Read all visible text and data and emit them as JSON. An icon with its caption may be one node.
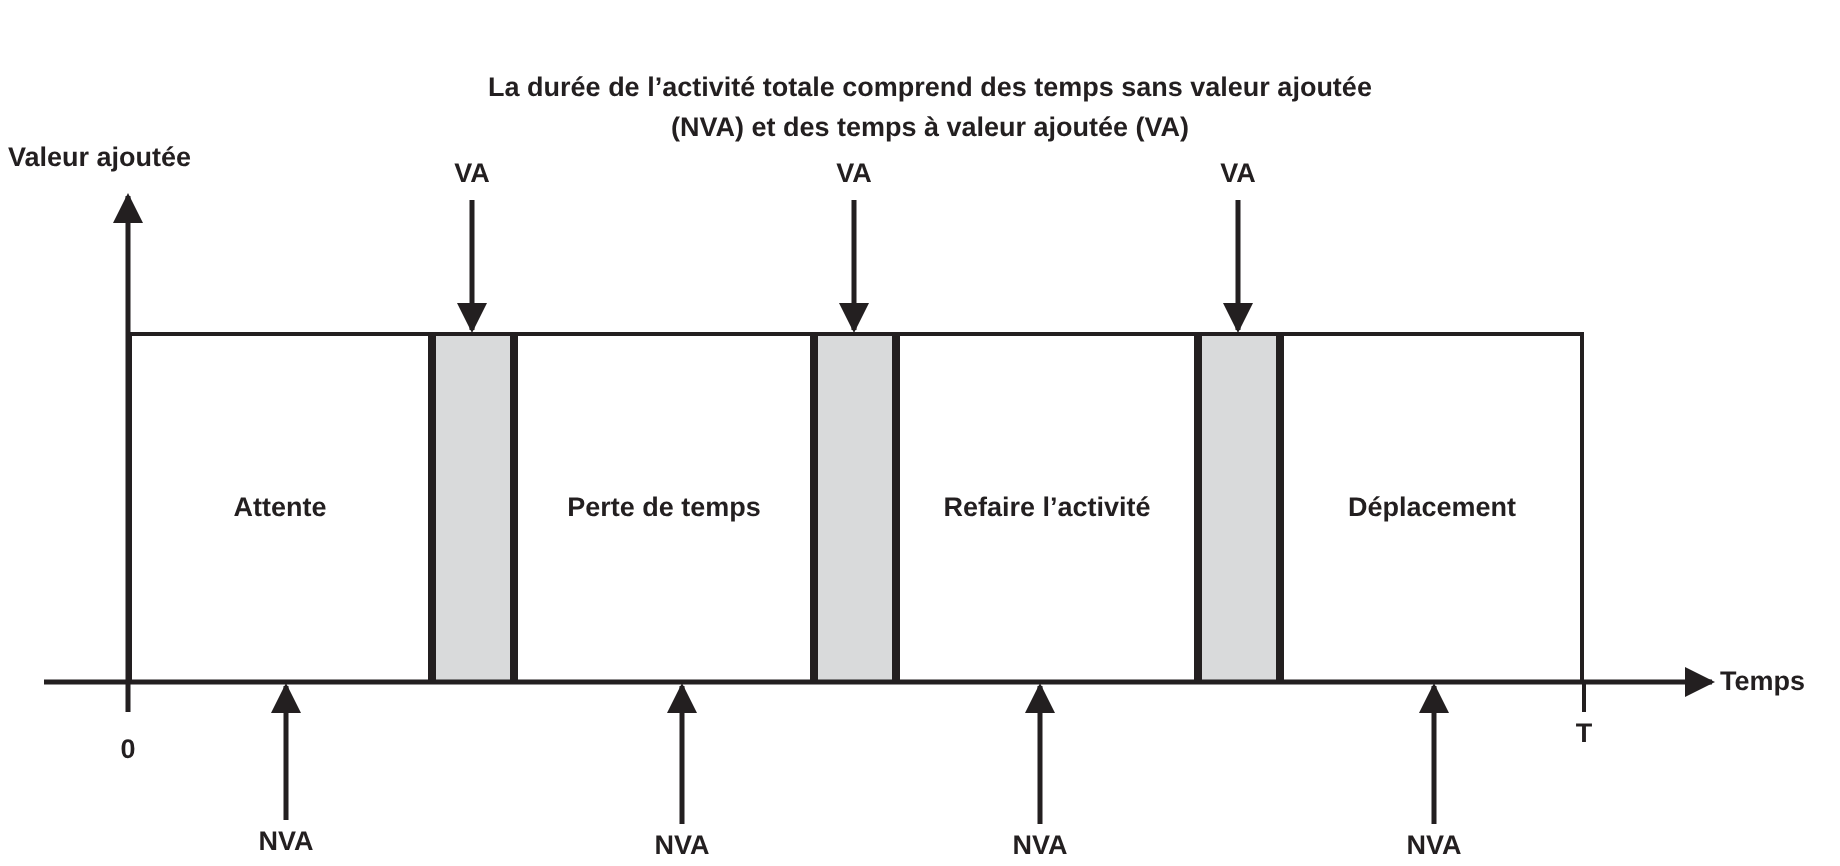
{
  "diagram": {
    "title": "La durée de l’activité totale comprend des temps sans valeur ajoutée (NVA) et des temps à valeur ajoutée (VA)",
    "nodes": [
      {
        "text": [
          "VA"
        ]
      },
      {
        "text": [
          "VA"
        ]
      },
      {
        "text": [
          "VA"
        ]
      },
      {
        "text": [
          "Attente"
        ]
      },
      {
        "text": [],
        "shape": "bar"
      },
      {
        "text": [
          "Perte de temps"
        ]
      },
      {
        "text": [],
        "shape": "bar"
      },
      {
        "text": [
          "Refaire l’activité"
        ]
      },
      {
        "text": [],
        "shape": "bar"
      },
      {
        "text": [
          "Déplacement"
        ]
      },
      {
        "text": [
          "NVA"
        ]
      },
      {
        "text": [
          "NVA"
        ]
      },
      {
        "text": [
          "NVA"
        ]
      },
      {
        "text": [
          "NVA"
        ]
      }
    ],
    "edges": [
      {
        "from": 0,
        "to": 4,
        "arrow": "to"
      },
      {
        "from": 1,
        "to": 6,
        "arrow": "to"
      },
      {
        "from": 2,
        "to": 8,
        "arrow": "to"
      },
      {
        "from": 10,
        "to": 3,
        "arrow": "to"
      },
      {
        "from": 11,
        "to": 5,
        "arrow": "to"
      },
      {
        "from": 12,
        "to": 7,
        "arrow": "to"
      },
      {
        "from": 13,
        "to": 9,
        "arrow": "to"
      }
    ],
    "labels": [
      "Valeur ajoutée",
      "Temps",
      "T",
      "0"
    ]
  }
}
